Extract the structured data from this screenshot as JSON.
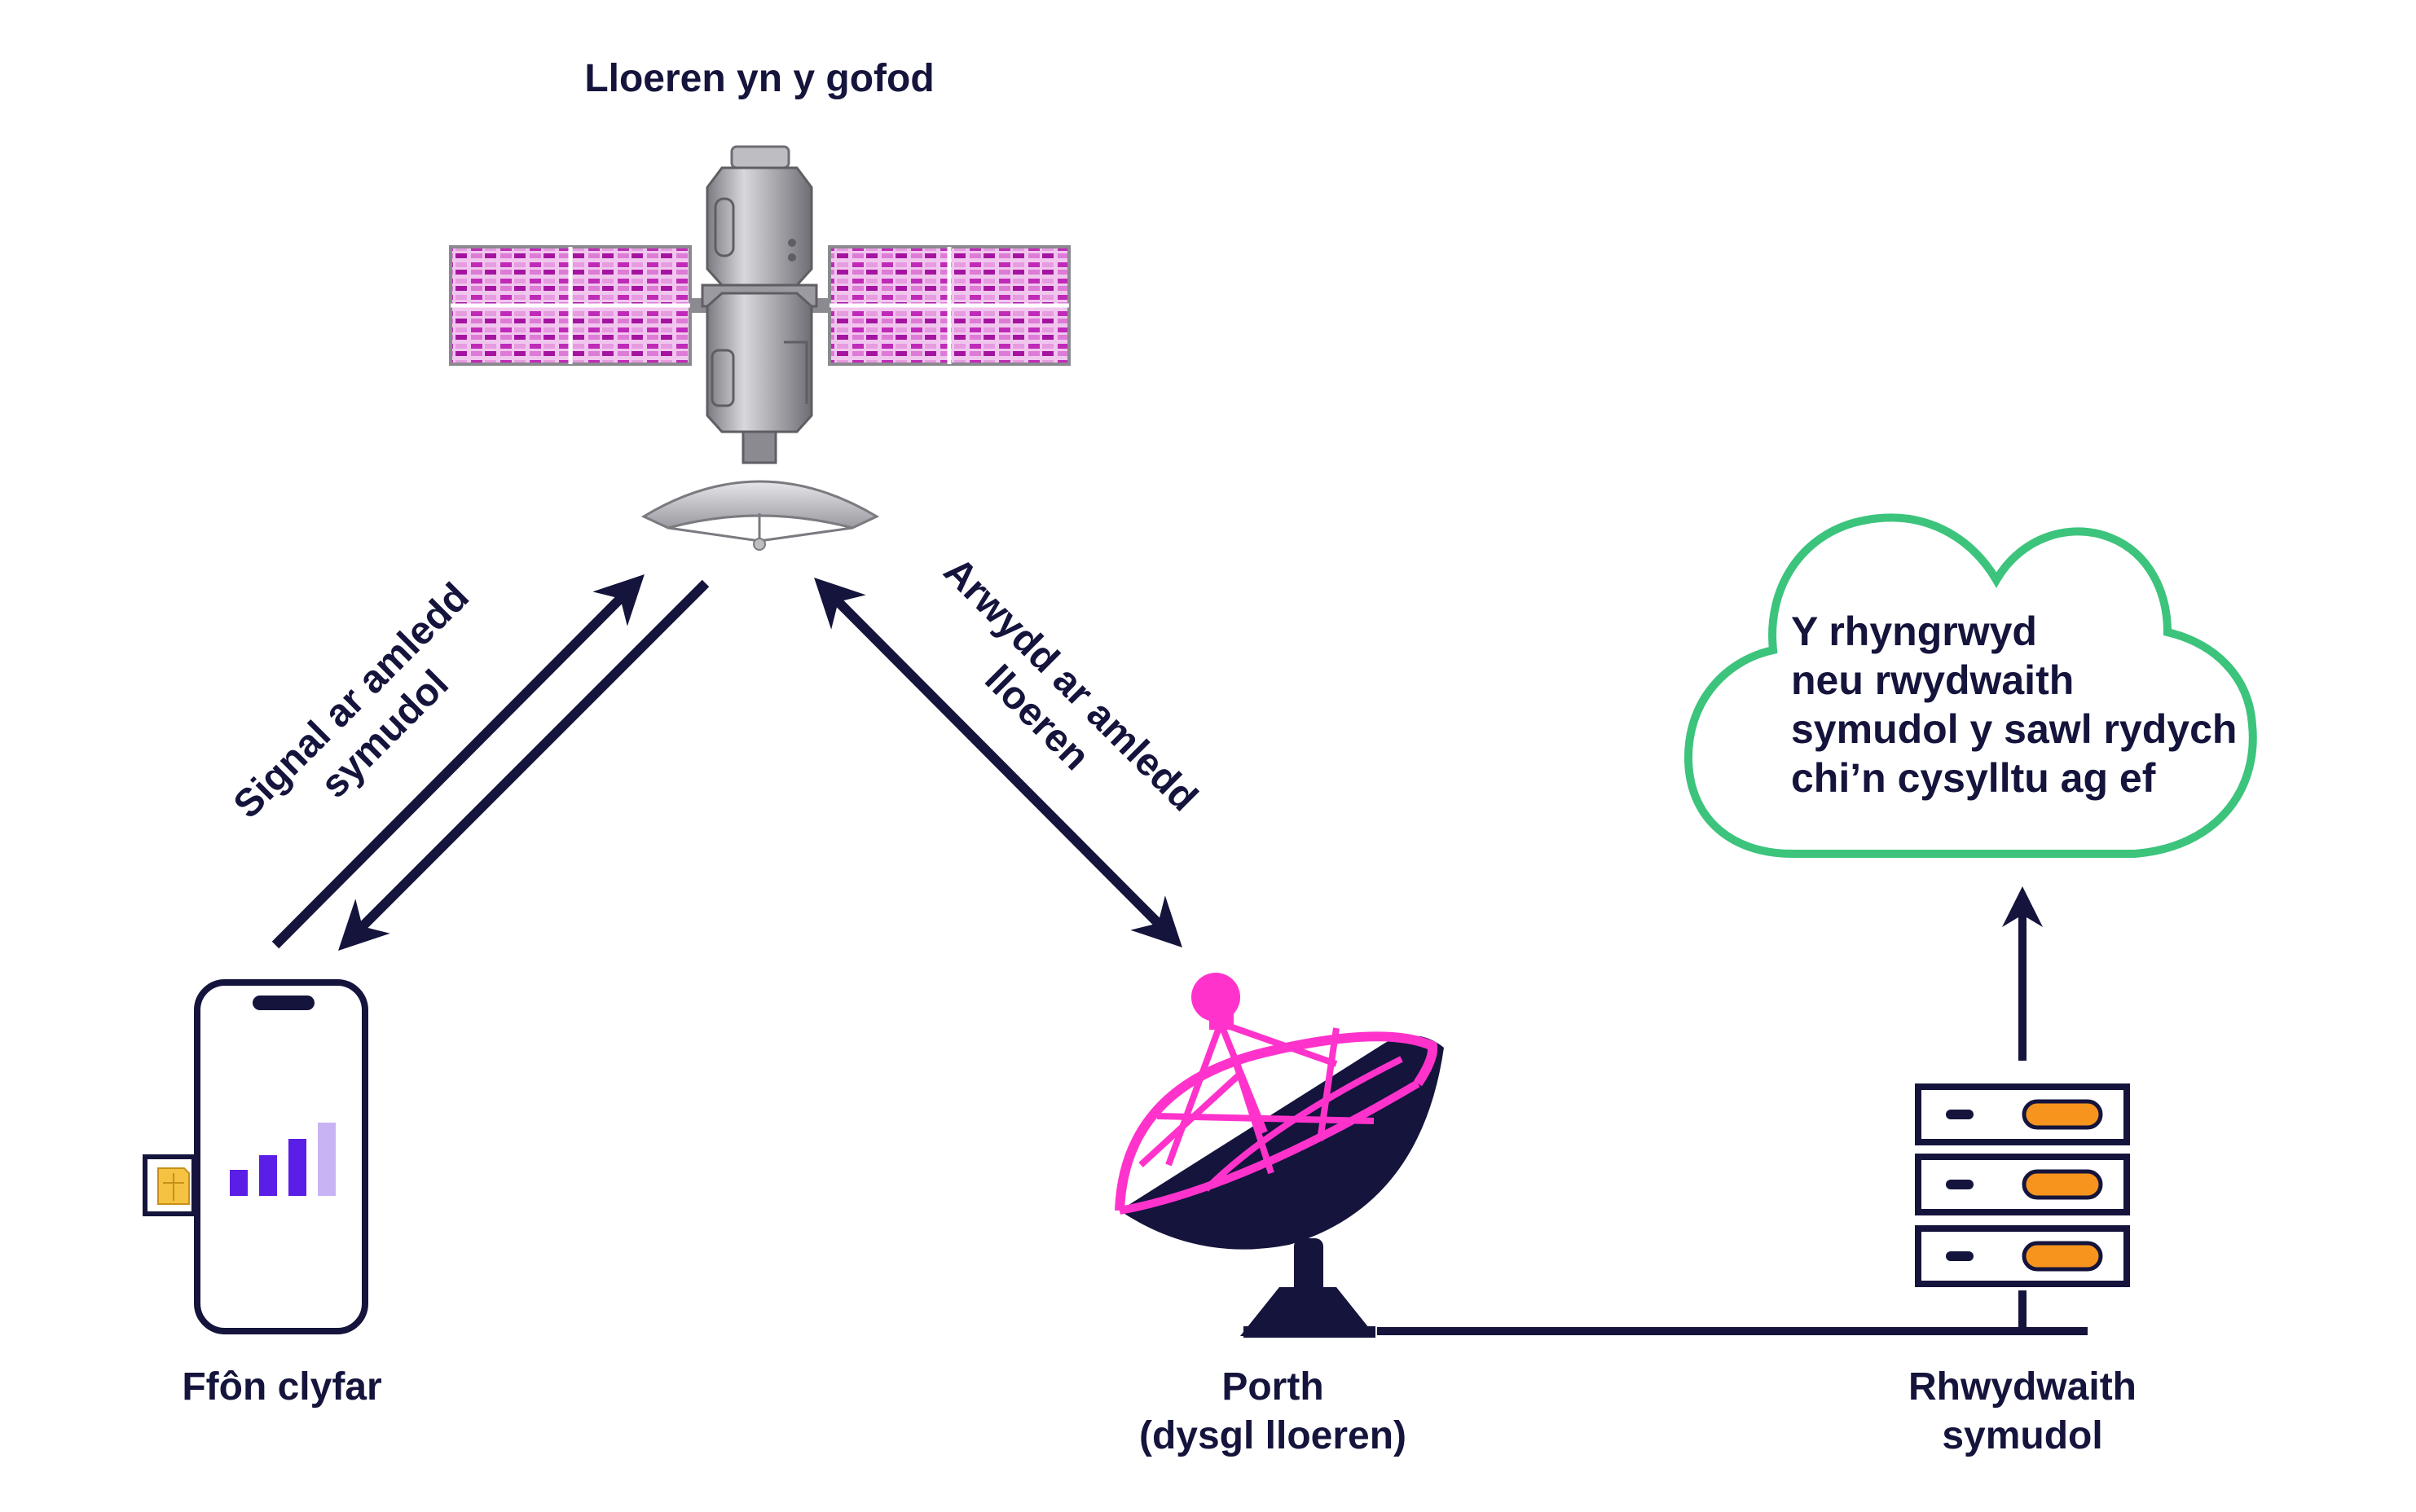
{
  "colors": {
    "navy": "#14143c",
    "magenta": "#ff33cc",
    "cloud_outline": "#3cc47c",
    "server_port": "#f7941d",
    "signal_bar_dark": "#5a1ee6",
    "signal_bar_light": "#c8b4f5",
    "solar_panel": "#c02ab8",
    "satellite_body": "#a8a8ac",
    "sim_card": "#f5c242"
  },
  "labels": {
    "satellite": "Lloeren yn y gofod",
    "uplink_line1": "Signal ar amledd",
    "uplink_line2": "symudol",
    "downlink_line1": "Arwydd ar amledd",
    "downlink_line2": "lloeren",
    "smartphone": "Ffôn clyfar",
    "gateway_line1": "Porth",
    "gateway_line2": "(dysgl lloeren)",
    "mobile_network_line1": "Rhwydwaith",
    "mobile_network_line2": "symudol"
  },
  "cloud": {
    "lines": [
      "Y rhyngrwyd",
      "neu rwydwaith",
      "symudol y sawl rydych",
      "chi’n cysylltu ag ef"
    ]
  },
  "icons": {
    "satellite": "satellite-icon",
    "smartphone": "smartphone-icon",
    "sim_card": "sim-card-icon",
    "signal_bars": "signal-bars-icon",
    "satellite_dish": "satellite-dish-icon",
    "server_stack": "server-stack-icon",
    "cloud": "cloud-icon"
  }
}
